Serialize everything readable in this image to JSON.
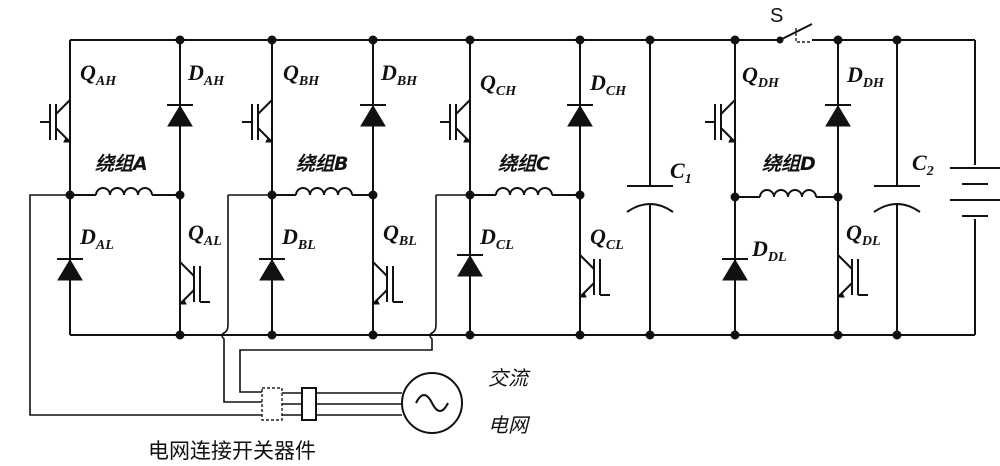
{
  "switch_s": "S",
  "legs": [
    {
      "q_high": "Q",
      "q_high_sub": "AH",
      "d_high": "D",
      "d_high_sub": "AH",
      "winding": "绕组A",
      "d_low": "D",
      "d_low_sub": "AL",
      "q_low": "Q",
      "q_low_sub": "AL"
    },
    {
      "q_high": "Q",
      "q_high_sub": "BH",
      "d_high": "D",
      "d_high_sub": "BH",
      "winding": "绕组B",
      "d_low": "D",
      "d_low_sub": "BL",
      "q_low": "Q",
      "q_low_sub": "BL"
    },
    {
      "q_high": "Q",
      "q_high_sub": "CH",
      "d_high": "D",
      "d_high_sub": "CH",
      "winding": "绕组C",
      "d_low": "D",
      "d_low_sub": "CL",
      "q_low": "Q",
      "q_low_sub": "CL"
    },
    {
      "q_high": "Q",
      "q_high_sub": "DH",
      "d_high": "D",
      "d_high_sub": "DH",
      "winding": "绕组D",
      "d_low": "D",
      "d_low_sub": "DL",
      "q_low": "Q",
      "q_low_sub": "DL"
    }
  ],
  "capacitor_1": {
    "name": "C",
    "sub": "1"
  },
  "capacitor_2": {
    "name": "C",
    "sub": "2"
  },
  "ac_grid_line1": "交流",
  "ac_grid_line2": "电网",
  "grid_switch_label": "电网连接开关器件"
}
